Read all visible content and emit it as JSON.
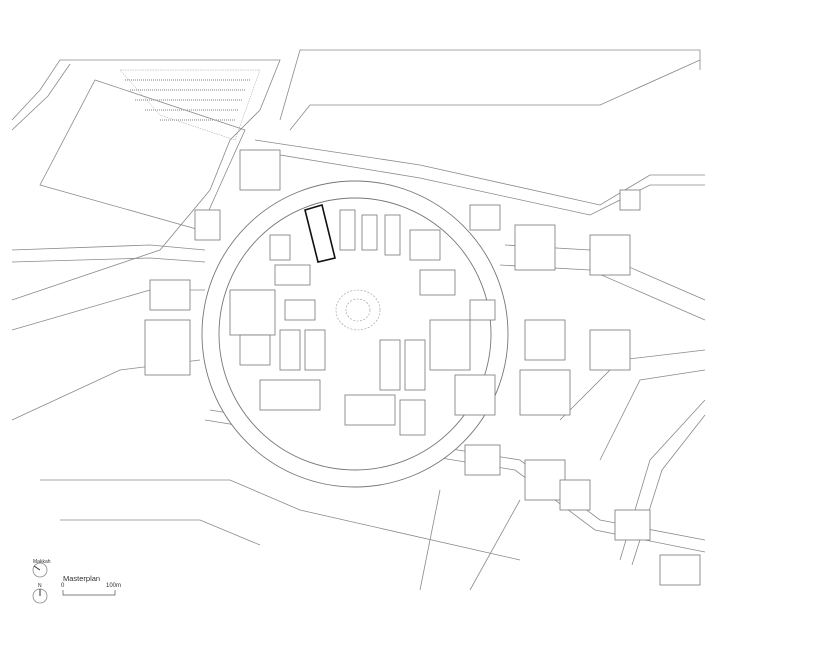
{
  "drawing": {
    "title": "Masterplan",
    "compass_labels": {
      "qibla": "Makkah",
      "north": "N"
    },
    "scale_bar": {
      "start": "0",
      "end": "100m"
    }
  }
}
